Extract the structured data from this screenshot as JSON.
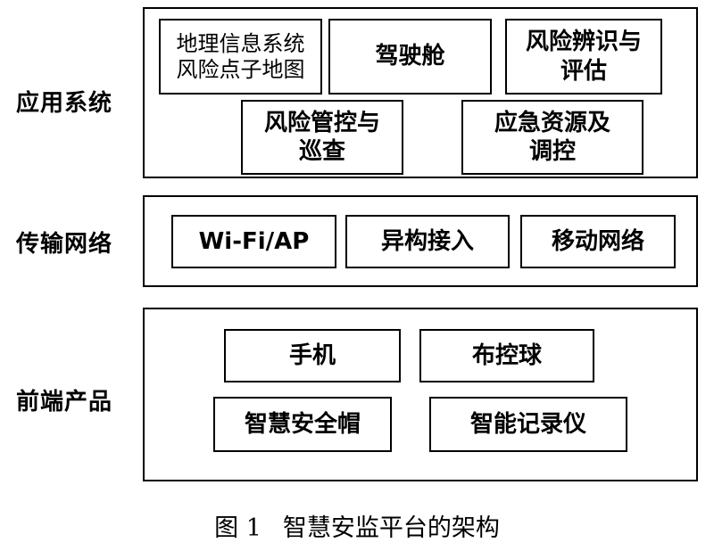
{
  "layers": [
    {
      "label": "应用系统",
      "nodes": [
        "地理信息系统\n风险点子地图",
        "驾驶舱",
        "风险辨识与\n评估",
        "风险管控与\n巡查",
        "应急资源及\n调控"
      ]
    },
    {
      "label": "传输网络",
      "nodes": [
        "Wi-Fi/AP",
        "异构接入",
        "移动网络"
      ]
    },
    {
      "label": "前端产品",
      "nodes": [
        "手机",
        "布控球",
        "智慧安全帽",
        "智能记录仪"
      ]
    }
  ],
  "caption": {
    "number": "图 1",
    "title": "智慧安监平台的架构"
  }
}
